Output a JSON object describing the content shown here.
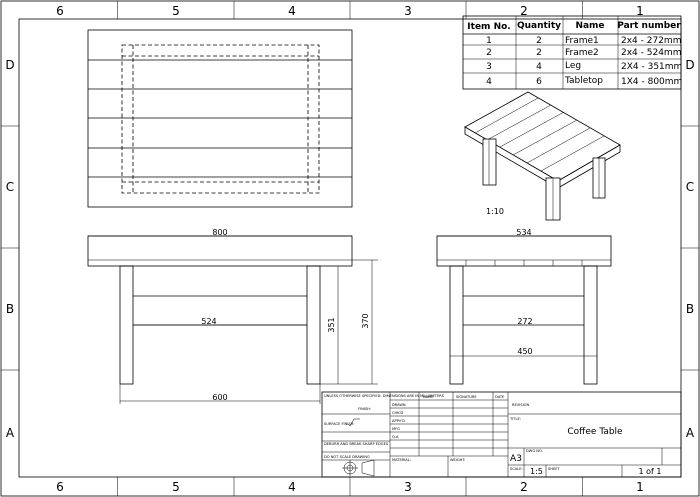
{
  "frame": {
    "columns_top": [
      "6",
      "5",
      "4",
      "3",
      "2",
      "1"
    ],
    "columns_bottom": [
      "6",
      "5",
      "4",
      "3",
      "2",
      "1"
    ],
    "rows_left": [
      "D",
      "C",
      "B",
      "A"
    ],
    "rows_right": [
      "D",
      "C",
      "B",
      "A"
    ]
  },
  "bom": {
    "headers": [
      "Item No.",
      "Quantity",
      "Name",
      "Part number"
    ],
    "rows": [
      [
        "1",
        "2",
        "Frame1",
        "2x4 - 272mm"
      ],
      [
        "2",
        "2",
        "Frame2",
        "2x4 - 524mm"
      ],
      [
        "3",
        "4",
        "Leg",
        "2X4 - 351mm"
      ],
      [
        "4",
        "6",
        "Tabletop",
        "1X4 - 800mm"
      ]
    ]
  },
  "iso_scale": "1:10",
  "dimensions": {
    "front_overall_width": "800",
    "front_frame_length": "524",
    "front_leg_height": "351",
    "front_total_height": "370",
    "front_leg_span": "600",
    "side_overall_width": "534",
    "side_frame_length": "272",
    "side_leg_span": "450"
  },
  "title_block": {
    "notes": "UNLESS OTHERWISE SPECIFIED: DIMENSIONS ARE IN MILLIMETERS",
    "finish": "FINISH:",
    "surface": "SURFACE FINISH:",
    "deburr": "DEBURR AND BREAK SHARP EDGES",
    "name_hdr": "NAME",
    "signature_hdr": "SIGNATURE",
    "date_hdr": "DATE",
    "drawn": "DRAWN",
    "checked": "CHK'D",
    "approved": "APPV'D",
    "mfg": "MFG",
    "qa": "Q.A",
    "material": "MATERIAL:",
    "weight": "WEIGHT:",
    "do_not_scale": "DO NOT SCALE DRAWING",
    "revision": "REVISION",
    "title_label": "TITLE:",
    "drawing_title": "Coffee Table",
    "dwg_no_label": "DWG NO.",
    "size": "A3",
    "scale_label": "SCALE:",
    "scale_value": "1:5",
    "sheet_label": "SHEET",
    "sheet_value": "1 of 1"
  }
}
